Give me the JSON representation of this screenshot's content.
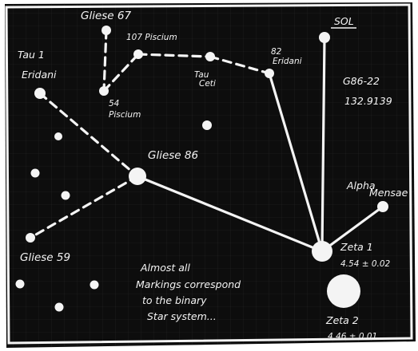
{
  "labels": {
    "gliese_67": "Gliese 67",
    "pisc_107": "107 Piscium",
    "pisc_54_a": "54",
    "pisc_54_b": "Piscium",
    "tau1_a": "Tau 1",
    "tau1_b": "Eridani",
    "tau_ceti_a": "Tau",
    "tau_ceti_b": "Ceti",
    "eri_82_a": "82",
    "eri_82_b": "Eridani",
    "sol": "SOL",
    "coord_a": "G86-22",
    "coord_b": "132.9139",
    "gliese_86": "Gliese 86",
    "alpha_a": "Alpha",
    "alpha_b": "Mensae",
    "gliese_59": "Gliese 59",
    "zeta1_a": "Zeta 1",
    "zeta1_b": "4.54 ± 0.02",
    "zeta2_a": "Zeta 2",
    "zeta2_b": "4.46 ± 0.01",
    "note_1": "Almost all",
    "note_2": "Markings correspond",
    "note_3": "to the binary",
    "note_4": "Star system..."
  },
  "colors": {
    "board": "#0d0d0d",
    "chalk": "#f4f4f4",
    "grid": "#262626"
  }
}
